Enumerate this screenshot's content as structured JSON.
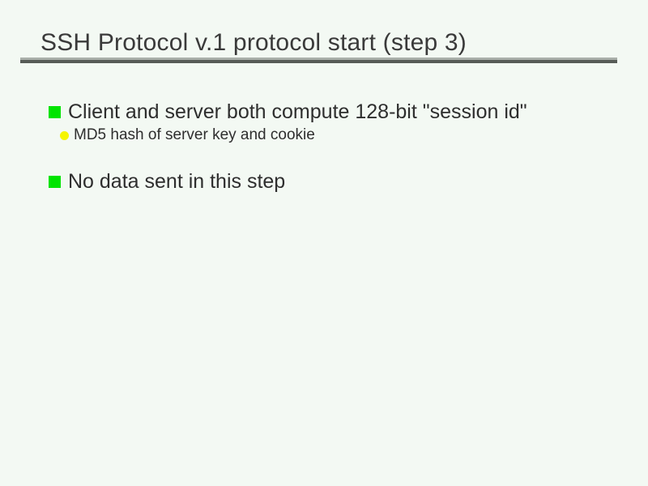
{
  "slide": {
    "title": "SSH Protocol v.1 protocol start (step 3)",
    "bullets": [
      {
        "level": 1,
        "marker": "green-square",
        "text": "Client and server both compute 128-bit \"session id\""
      },
      {
        "level": 2,
        "marker": "yellow-circle",
        "text": "MD5 hash of server key and cookie"
      },
      {
        "level": 1,
        "marker": "green-square",
        "text": "No data sent in this step"
      }
    ],
    "colors": {
      "background": "#f3f9f3",
      "title_text": "#3a3a3a",
      "body_text": "#2e2e2e",
      "bullet_green": "#00e400",
      "bullet_yellow": "#f5f500",
      "rule_top": "#a9afa9",
      "rule_bottom": "#575c57"
    }
  }
}
